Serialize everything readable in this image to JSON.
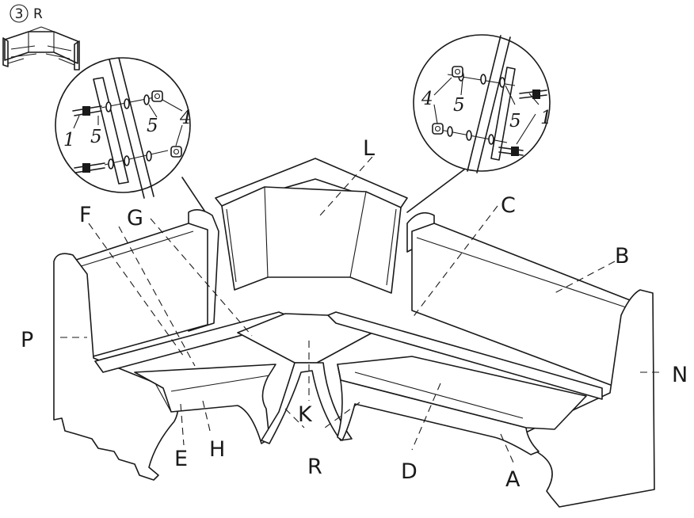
{
  "step": {
    "number": "3",
    "suffix": "R"
  },
  "part_labels": {
    "A": "A",
    "B": "B",
    "C": "C",
    "D": "D",
    "E": "E",
    "F": "F",
    "G": "G",
    "H": "H",
    "K": "K",
    "L": "L",
    "N": "N",
    "P": "P",
    "R": "R"
  },
  "hardware_left": {
    "bolt": "1",
    "washer_bolt": "5",
    "washer_nut": "5",
    "nut": "4"
  },
  "hardware_right": {
    "nut": "4",
    "washer_nut": "5",
    "washer_bolt": "5",
    "bolt": "1"
  }
}
